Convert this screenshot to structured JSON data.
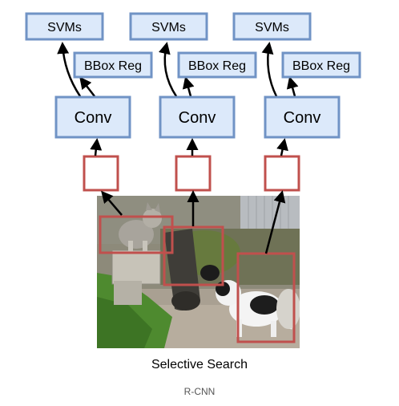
{
  "pipelines": [
    {
      "svm_label": "SVMs",
      "bbox_label": "BBox Reg",
      "conv_label": "Conv"
    },
    {
      "svm_label": "SVMs",
      "bbox_label": "BBox Reg",
      "conv_label": "Conv"
    },
    {
      "svm_label": "SVMs",
      "bbox_label": "BBox Reg",
      "conv_label": "Conv"
    }
  ],
  "colors": {
    "box_fill": "#dce9fa",
    "box_stroke": "#7093c5",
    "region_stroke": "#c0504d",
    "arrow": "#000000"
  },
  "captions": {
    "diagram": "Selective Search",
    "figure": "R-CNN"
  }
}
